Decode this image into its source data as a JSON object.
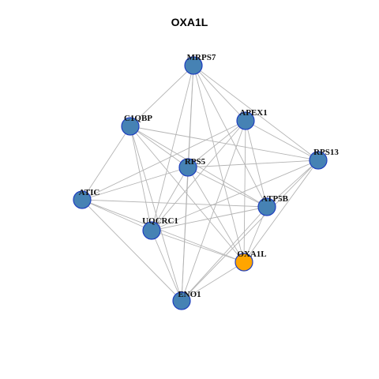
{
  "title": "OXA1L",
  "colors": {
    "node_fill": "#4682b4",
    "query_node_fill": "#ffa500",
    "node_stroke": "#1f3fbf",
    "edge": "#b4b4b4"
  },
  "nodes": [
    {
      "id": "MRPS7",
      "label": "MRPS7",
      "query": false
    },
    {
      "id": "C1QBP",
      "label": "C1QBP",
      "query": false
    },
    {
      "id": "APEX1",
      "label": "APEX1",
      "query": false
    },
    {
      "id": "RPS13",
      "label": "RPS13",
      "query": false
    },
    {
      "id": "RPS5",
      "label": "RPS5",
      "query": false
    },
    {
      "id": "ATIC",
      "label": "ATIC",
      "query": false
    },
    {
      "id": "ATP5B",
      "label": "ATP5B",
      "query": false
    },
    {
      "id": "UQCRC1",
      "label": "UQCRC1",
      "query": false
    },
    {
      "id": "OXA1L",
      "label": "OXA1L",
      "query": true
    },
    {
      "id": "ENO1",
      "label": "ENO1",
      "query": false
    }
  ],
  "edges": [
    [
      "MRPS7",
      "C1QBP"
    ],
    [
      "MRPS7",
      "APEX1"
    ],
    [
      "MRPS7",
      "RPS13"
    ],
    [
      "MRPS7",
      "RPS5"
    ],
    [
      "MRPS7",
      "ATP5B"
    ],
    [
      "MRPS7",
      "UQCRC1"
    ],
    [
      "MRPS7",
      "OXA1L"
    ],
    [
      "MRPS7",
      "ENO1"
    ],
    [
      "C1QBP",
      "RPS5"
    ],
    [
      "C1QBP",
      "ATIC"
    ],
    [
      "C1QBP",
      "ATP5B"
    ],
    [
      "C1QBP",
      "UQCRC1"
    ],
    [
      "C1QBP",
      "OXA1L"
    ],
    [
      "C1QBP",
      "ENO1"
    ],
    [
      "C1QBP",
      "RPS13"
    ],
    [
      "APEX1",
      "RPS13"
    ],
    [
      "APEX1",
      "RPS5"
    ],
    [
      "APEX1",
      "ATIC"
    ],
    [
      "APEX1",
      "ATP5B"
    ],
    [
      "APEX1",
      "UQCRC1"
    ],
    [
      "APEX1",
      "OXA1L"
    ],
    [
      "APEX1",
      "ENO1"
    ],
    [
      "RPS13",
      "RPS5"
    ],
    [
      "RPS13",
      "ATP5B"
    ],
    [
      "RPS13",
      "UQCRC1"
    ],
    [
      "RPS13",
      "OXA1L"
    ],
    [
      "RPS13",
      "ENO1"
    ],
    [
      "RPS5",
      "ATIC"
    ],
    [
      "RPS5",
      "ATP5B"
    ],
    [
      "RPS5",
      "UQCRC1"
    ],
    [
      "RPS5",
      "OXA1L"
    ],
    [
      "RPS5",
      "ENO1"
    ],
    [
      "ATIC",
      "ATP5B"
    ],
    [
      "ATIC",
      "UQCRC1"
    ],
    [
      "ATIC",
      "OXA1L"
    ],
    [
      "ATIC",
      "ENO1"
    ],
    [
      "ATP5B",
      "UQCRC1"
    ],
    [
      "ATP5B",
      "OXA1L"
    ],
    [
      "ATP5B",
      "ENO1"
    ],
    [
      "UQCRC1",
      "OXA1L"
    ],
    [
      "UQCRC1",
      "ENO1"
    ],
    [
      "OXA1L",
      "ENO1"
    ]
  ]
}
